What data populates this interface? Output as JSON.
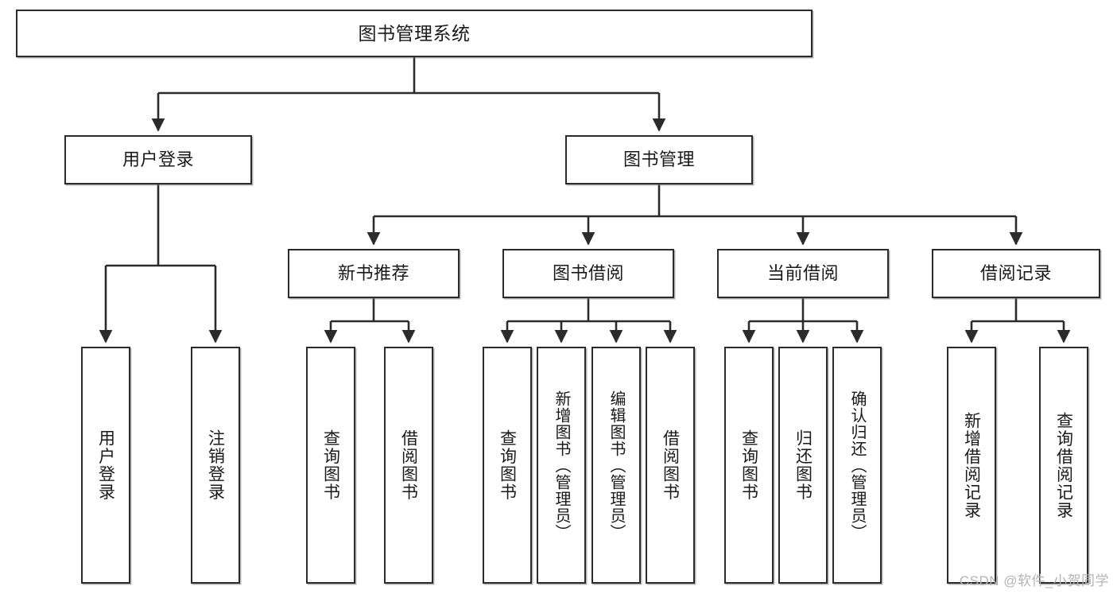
{
  "diagram": {
    "title": "图书管理系统",
    "watermark": "CSDN @软件_小贺同学",
    "style": {
      "stroke": "#2b2b2b",
      "fill": "#ffffff",
      "text": "#1a1a1a",
      "watermark_color": "#b4b4b4"
    },
    "root": {
      "label": "图书管理系统"
    },
    "level1": [
      {
        "label": "用户登录"
      },
      {
        "label": "图书管理"
      }
    ],
    "level2": [
      {
        "label": "新书推荐"
      },
      {
        "label": "图书借阅"
      },
      {
        "label": "当前借阅"
      },
      {
        "label": "借阅记录"
      }
    ],
    "leaves": {
      "user_login": [
        {
          "label": "用户登录"
        },
        {
          "label": "注销登录"
        }
      ],
      "new_book": [
        {
          "label": "查询图书"
        },
        {
          "label": "借阅图书"
        }
      ],
      "borrow_book": [
        {
          "label": "查询图书"
        },
        {
          "label": "新增图书（管理员）"
        },
        {
          "label": "编辑图书（管理员）"
        },
        {
          "label": "借阅图书"
        }
      ],
      "current_borrow": [
        {
          "label": "查询图书"
        },
        {
          "label": "归还图书"
        },
        {
          "label": "确认归还（管理员）"
        }
      ],
      "borrow_record": [
        {
          "label": "新增借阅记录"
        },
        {
          "label": "查询借阅记录"
        }
      ]
    }
  }
}
